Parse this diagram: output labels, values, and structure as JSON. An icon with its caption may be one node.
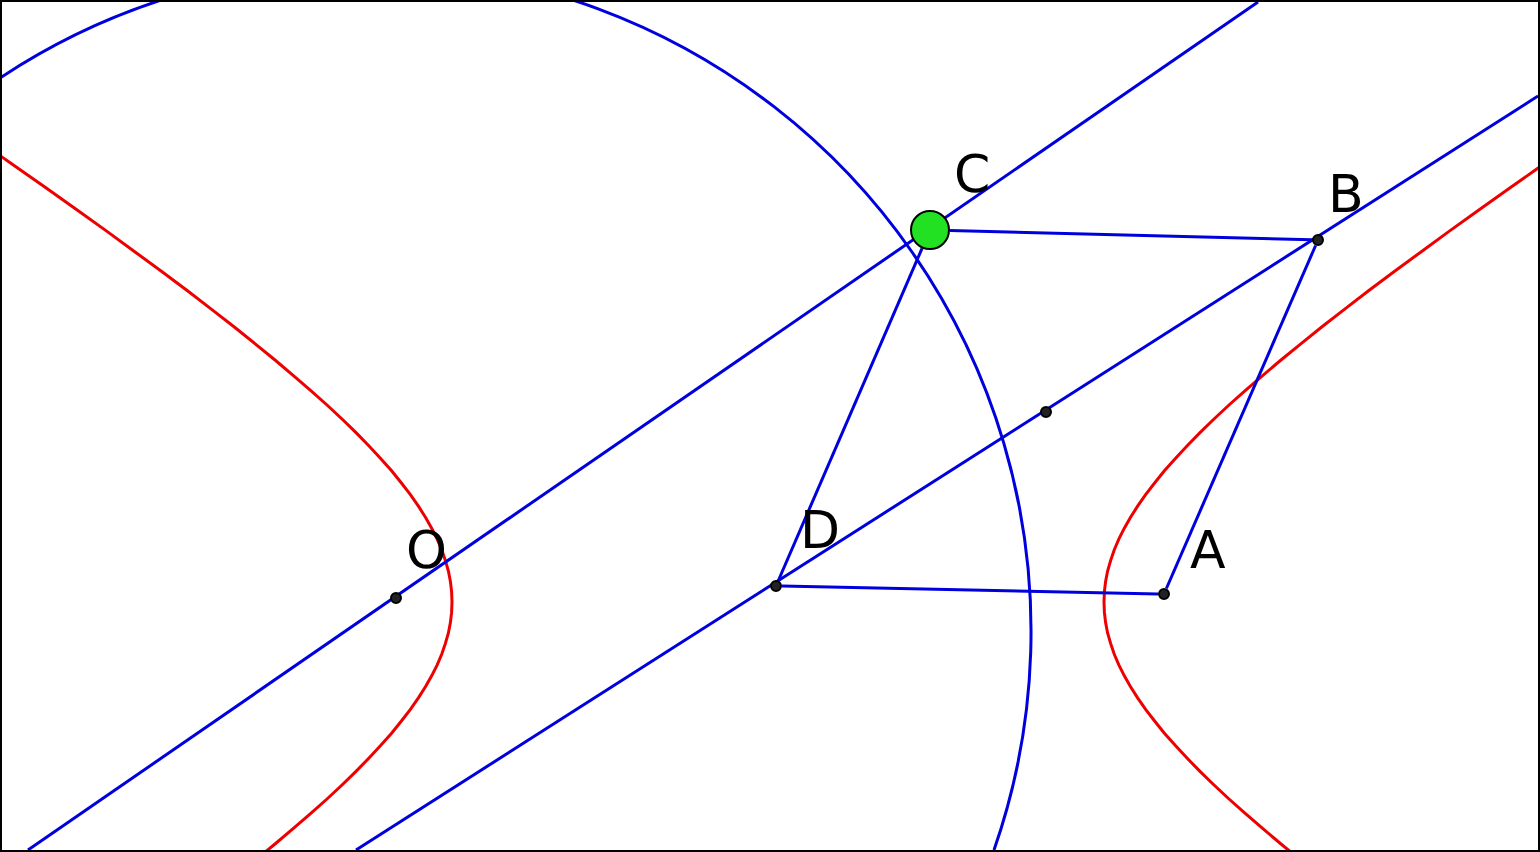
{
  "diagram": {
    "nodes": [
      {
        "text": [],
        "shape": "circle"
      },
      {
        "text": [],
        "shape": "circle"
      },
      {
        "text": [],
        "shape": "circle"
      },
      {
        "text": [],
        "shape": "circle"
      },
      {
        "text": [],
        "shape": "circle"
      },
      {
        "text": [],
        "shape": "circle"
      }
    ],
    "edges": [
      {
        "from": 1,
        "to": 4,
        "arrow": "none"
      },
      {
        "from": 4,
        "to": 5,
        "arrow": "none"
      },
      {
        "from": 5,
        "to": 2,
        "arrow": "none"
      },
      {
        "from": 2,
        "to": 1,
        "arrow": "none"
      }
    ],
    "labels": [
      "C",
      "B",
      "O",
      "D",
      "A"
    ]
  }
}
